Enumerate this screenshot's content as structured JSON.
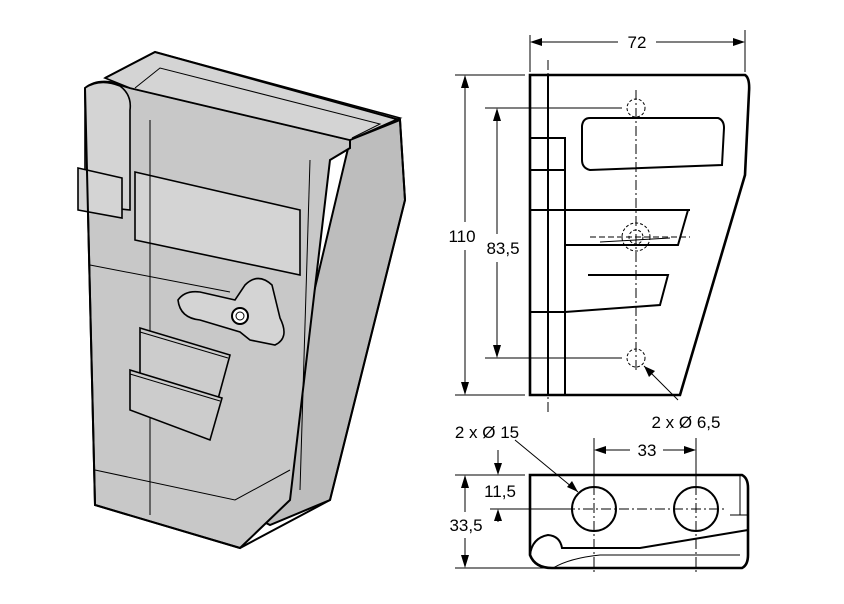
{
  "drawing": {
    "dimensions": {
      "width_top": "72",
      "height_total": "110",
      "hole_spacing_vertical": "83,5",
      "small_holes": "2 x Ø 6,5",
      "large_holes": "2 x Ø 15",
      "hole_spacing_horizontal": "33",
      "hole_offset": "11,5",
      "depth": "33,5"
    }
  }
}
